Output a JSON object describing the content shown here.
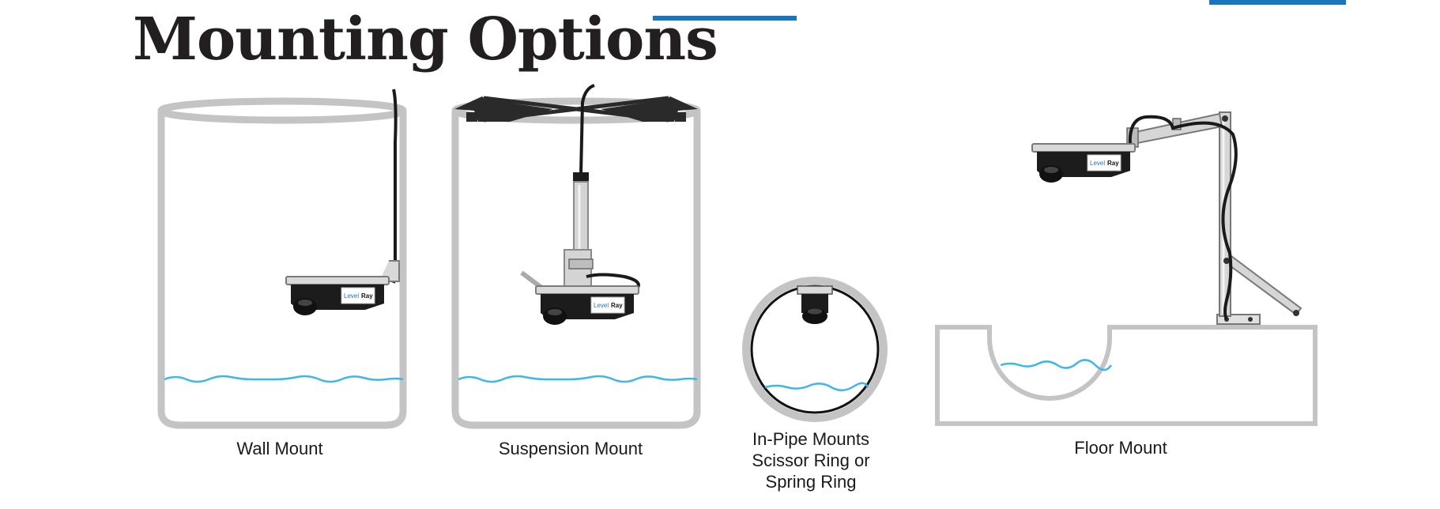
{
  "page": {
    "title": "Mounting Options",
    "accent_color": "#1b75bc"
  },
  "colors": {
    "tank_outline": "#c4c4c4",
    "water": "#3fb6e8",
    "sensor_body": "#1c1c1c",
    "sensor_lid": "#d9d9d9",
    "cable": "#1a1a1a"
  },
  "sensor": {
    "brand_prefix": "Level",
    "brand_suffix": "Ray"
  },
  "mounts": [
    {
      "id": "wall",
      "label": "Wall Mount"
    },
    {
      "id": "suspension",
      "label": "Suspension Mount"
    },
    {
      "id": "in-pipe",
      "label_lines": [
        "In-Pipe Mounts",
        "Scissor Ring or",
        "Spring Ring"
      ]
    },
    {
      "id": "floor",
      "label": "Floor Mount"
    }
  ]
}
